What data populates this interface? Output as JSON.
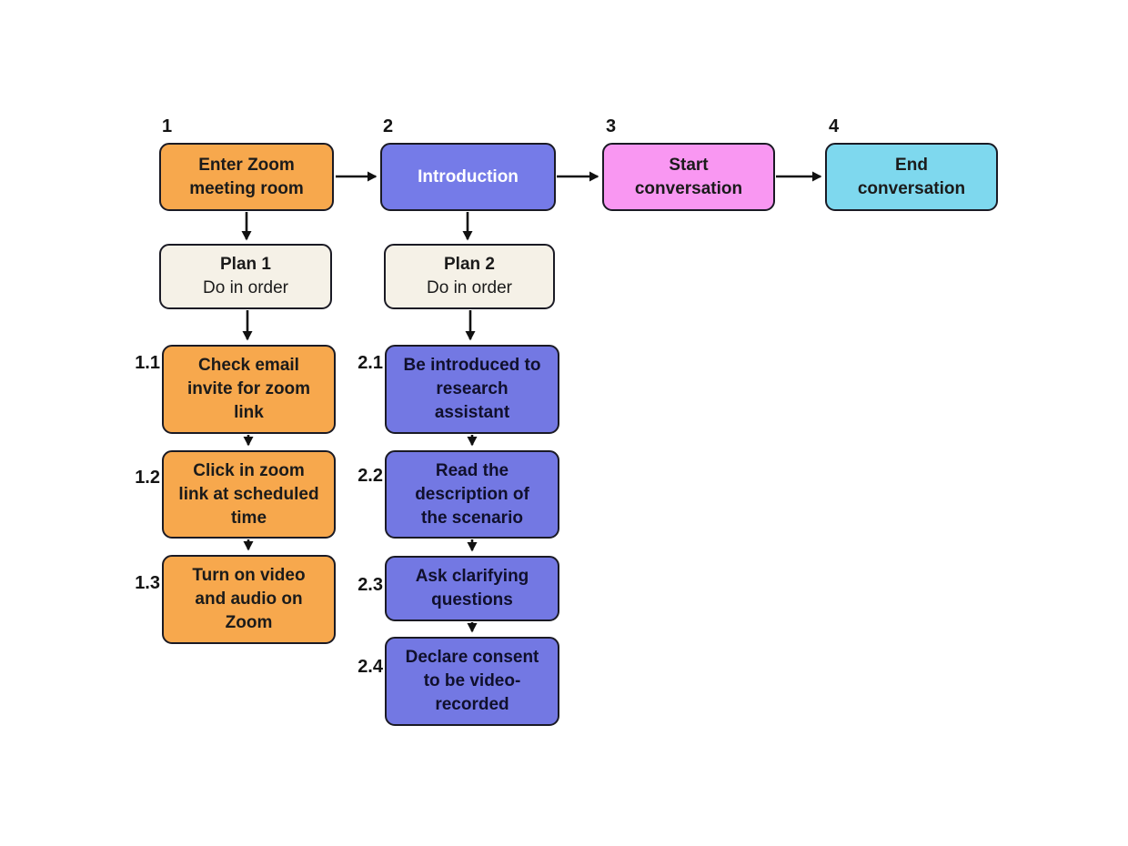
{
  "flow": {
    "title_hidden": "",
    "colors": {
      "orange": "#F7A84D",
      "purple": "#757BE8",
      "purple_sub": "#7378E3",
      "pink": "#F997F2",
      "cyan": "#7ED8EE",
      "cream": "#F5F1E7",
      "outline": "#1a1a24",
      "text_dark": "#1b1b1b",
      "text_light": "#ffffff",
      "text_navy": "#10102c",
      "arrow": "#111111"
    },
    "steps": [
      {
        "num": "1",
        "label": "Enter Zoom meeting room"
      },
      {
        "num": "2",
        "label": "Introduction"
      },
      {
        "num": "3",
        "label": "Start conversation"
      },
      {
        "num": "4",
        "label": "End conversation"
      }
    ],
    "plans": [
      {
        "title": "Plan 1",
        "subtitle": "Do in order"
      },
      {
        "title": "Plan 2",
        "subtitle": "Do in order"
      }
    ],
    "plan1_steps": [
      {
        "num": "1.1",
        "label": "Check email invite for zoom link"
      },
      {
        "num": "1.2",
        "label": "Click in zoom link at scheduled time"
      },
      {
        "num": "1.3",
        "label": "Turn on video and audio on Zoom"
      }
    ],
    "plan2_steps": [
      {
        "num": "2.1",
        "label": "Be introduced to research assistant"
      },
      {
        "num": "2.2",
        "label": "Read the description of the scenario"
      },
      {
        "num": "2.3",
        "label": "Ask clarifying questions"
      },
      {
        "num": "2.4",
        "label": "Declare consent to be video-recorded"
      }
    ],
    "edges": [
      {
        "from": "1",
        "to": "2"
      },
      {
        "from": "2",
        "to": "3"
      },
      {
        "from": "3",
        "to": "4"
      },
      {
        "from": "1",
        "to": "Plan 1"
      },
      {
        "from": "2",
        "to": "Plan 2"
      },
      {
        "from": "Plan 1",
        "to": "1.1"
      },
      {
        "from": "1.1",
        "to": "1.2"
      },
      {
        "from": "1.2",
        "to": "1.3"
      },
      {
        "from": "Plan 2",
        "to": "2.1"
      },
      {
        "from": "2.1",
        "to": "2.2"
      },
      {
        "from": "2.2",
        "to": "2.3"
      },
      {
        "from": "2.3",
        "to": "2.4"
      }
    ]
  }
}
